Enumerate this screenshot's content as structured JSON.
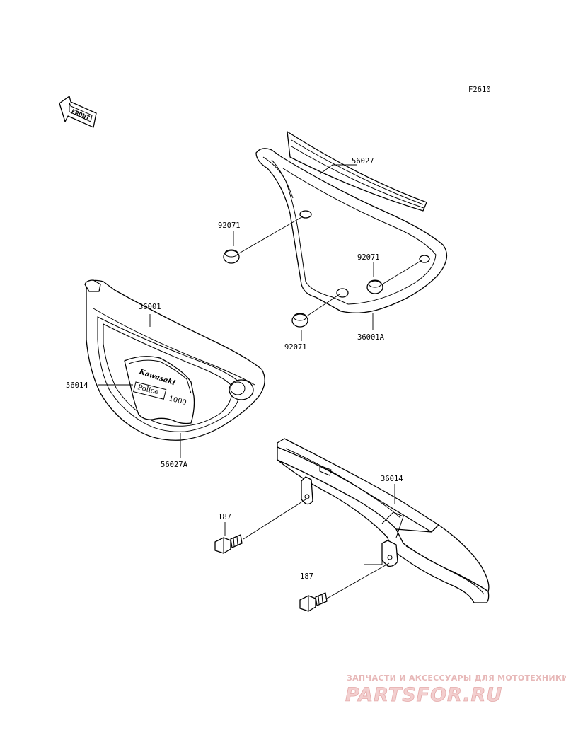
{
  "figure_code": "F2610",
  "front_arrow": "FRONT",
  "emblem": {
    "brand": "Kawasaki",
    "model_left": "Police",
    "model_right": "1000"
  },
  "callouts": {
    "c56027": "56027",
    "c92071_top": "92071",
    "c92071_right": "92071",
    "c92071_bottom": "92071",
    "c36001": "36001",
    "c36001a": "36001A",
    "c56014": "56014",
    "c56027a": "56027A",
    "c36014": "36014",
    "c187_top": "187",
    "c187_bottom": "187"
  },
  "watermark": {
    "tagline": "ЗАПЧАСТИ И АКСЕССУАРЫ ДЛЯ МОТОТЕХНИКИ",
    "logo": "PARTSFOR.RU"
  }
}
